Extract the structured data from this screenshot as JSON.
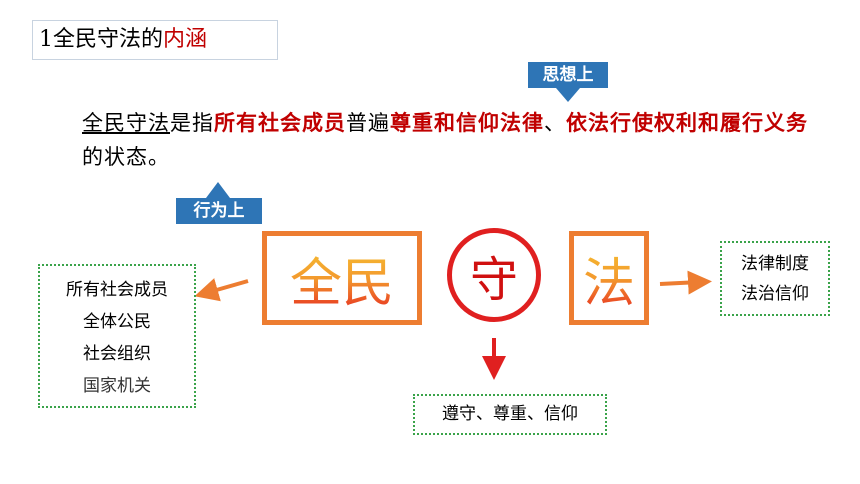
{
  "title": {
    "number": "1",
    "plain": "全民守法的",
    "highlight": "内涵"
  },
  "callouts": {
    "thought": "思想上",
    "behavior": "行为上"
  },
  "definition": {
    "underlined": "全民守法",
    "part1": "是指",
    "red1": "所有社会成员",
    "part2": "普遍",
    "red2": "尊重和信仰法律",
    "part3": "、",
    "red3": "依法行使权利和履行义务",
    "part4": "的状态。"
  },
  "main": {
    "quanmin": "全民",
    "shou": "守",
    "fa": "法"
  },
  "subjects": {
    "items": [
      "所有社会成员",
      "全体公民",
      "社会组织",
      "国家机关"
    ]
  },
  "law": {
    "items": [
      "法律制度",
      "法治信仰"
    ]
  },
  "actions": {
    "text": "遵守、尊重、信仰"
  },
  "colors": {
    "accent_orange": "#ed7d31",
    "red": "#c00000",
    "blue": "#2e75b6",
    "green_dotted": "#3aa34a"
  }
}
